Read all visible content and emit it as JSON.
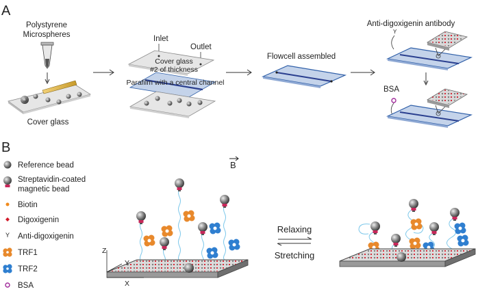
{
  "panel_a": {
    "letter": "A",
    "microspheres": [
      "Polystyrene",
      "Microspheres"
    ],
    "cover_glass": "Cover glass",
    "inlet": "Inlet",
    "outlet": "Outlet",
    "top_glass": [
      "Cover glass",
      "#2 of thickness"
    ],
    "parafilm": "Parafilm with a central channel",
    "flowcell": "Flowcell assembled",
    "antibody": "Anti-digoxigenin antibody",
    "bsa": "BSA"
  },
  "panel_b": {
    "letter": "B",
    "field_label": "B",
    "legend": [
      {
        "label": "Reference bead",
        "icon": "reference-bead-icon"
      },
      {
        "label": "Streptavidin-coated",
        "icon": "magnetic-bead-icon"
      },
      {
        "label": "magnetic bead",
        "icon": ""
      },
      {
        "label": "Biotin",
        "icon": "biotin-icon"
      },
      {
        "label": "Digoxigenin",
        "icon": "digoxigenin-icon"
      },
      {
        "label": "Anti-digoxigenin",
        "icon": "anti-digoxigenin-icon"
      },
      {
        "label": "TRF1",
        "icon": "trf1-icon"
      },
      {
        "label": "TRF2",
        "icon": "trf2-icon"
      },
      {
        "label": "BSA",
        "icon": "bsa-icon"
      }
    ],
    "axes": {
      "z": "Z",
      "y": "Y",
      "x": "X"
    },
    "relaxing": "Relaxing",
    "stretching": "Stretching"
  },
  "colors": {
    "glass_blue": "#c4d3ea",
    "glass_edge": "#2f5fa8",
    "channel": "#2a3f8f",
    "trf1": "#e8892c",
    "trf2": "#2f7fd0",
    "biotin": "#f08a1c",
    "digoxigenin": "#d21a2a",
    "bsa": "#a02a9a",
    "bead_cap": "#c8275a"
  }
}
